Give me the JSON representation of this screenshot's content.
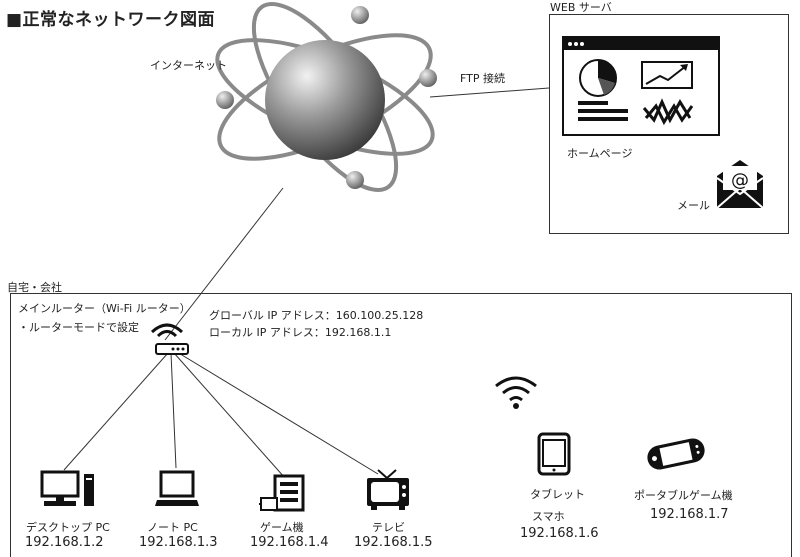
{
  "title": "■正常なネットワーク図面",
  "internet": {
    "label": "インターネット"
  },
  "ftp": {
    "label": "FTP 接続"
  },
  "web_server": {
    "label": "WEB サーバ",
    "homepage": "ホームページ",
    "mail": "メール",
    "mail_symbol": "@"
  },
  "lan": {
    "label": "自宅・会社",
    "router": {
      "name": "メインルーター（Wi-Fi ルーター）",
      "mode": "・ルーターモードで設定",
      "global_ip": "グローバル IP アドレス：160.100.25.128",
      "local_ip": "ローカル IP アドレス：192.168.1.1"
    },
    "devices": [
      {
        "name": "デスクトップ PC",
        "ip": "192.168.1.2",
        "icon": "desktop-pc-icon"
      },
      {
        "name": "ノート PC",
        "ip": "192.168.1.3",
        "icon": "laptop-icon"
      },
      {
        "name": "ゲーム機",
        "ip": "192.168.1.4",
        "icon": "game-console-icon"
      },
      {
        "name": "テレビ",
        "ip": "192.168.1.5",
        "icon": "tv-icon"
      }
    ],
    "wireless_devices": [
      {
        "name": "タブレット",
        "name2": "スマホ",
        "ip": "192.168.1.6",
        "icon": "tablet-icon"
      },
      {
        "name": "ポータブルゲーム機",
        "ip": "192.168.1.7",
        "icon": "portable-game-icon"
      }
    ]
  }
}
